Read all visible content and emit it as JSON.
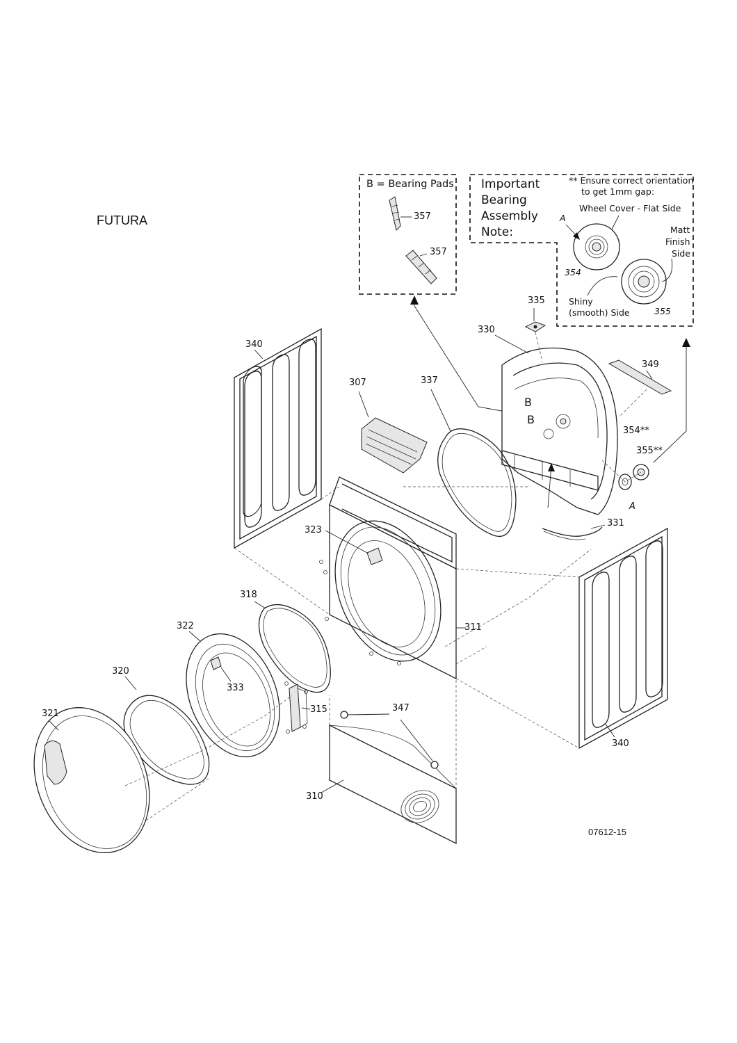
{
  "title": "FUTURA",
  "ref_code": "07612-15",
  "bearing_pads_box": {
    "heading": "B = Bearing Pads",
    "items": [
      "357",
      "357"
    ]
  },
  "bearing_note": {
    "heading_lines": [
      "Important",
      "Bearing",
      "Assembly",
      "Note:"
    ],
    "orientation_lines": [
      "** Ensure correct orientation",
      "to get 1mm gap:"
    ],
    "wheel_cover_label": "Wheel Cover - Flat Side",
    "letter_a": "A",
    "matt_lines": [
      "Matt",
      "Finish",
      "Side"
    ],
    "shiny_lines": [
      "Shiny",
      "(smooth) Side"
    ],
    "part_354": "354",
    "part_355": "355"
  },
  "callouts": {
    "p340_left": "340",
    "p307": "307",
    "p337": "337",
    "p335": "335",
    "p330": "330",
    "p349": "349",
    "b1": "B",
    "b2": "B",
    "p354": "354**",
    "p355": "355**",
    "a_small": "A",
    "p323": "323",
    "p331": "331",
    "p318": "318",
    "p311": "311",
    "p322": "322",
    "p320": "320",
    "p333": "333",
    "p315": "315",
    "p347": "347",
    "p321": "321",
    "p340_right": "340",
    "p310": "310"
  }
}
